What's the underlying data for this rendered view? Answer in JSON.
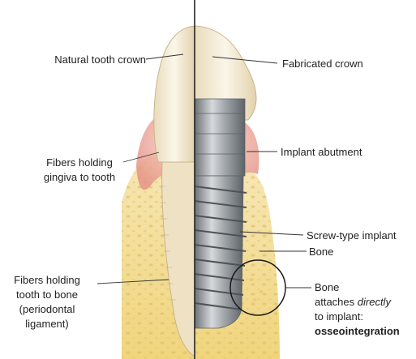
{
  "labels": {
    "natural_crown": "Natural tooth crown",
    "fabricated_crown": "Fabricated crown",
    "fibers_gingiva_1": "Fibers holding",
    "fibers_gingiva_2": "gingiva to tooth",
    "implant_abutment": "Implant abutment",
    "screw_implant": "Screw-type implant",
    "bone": "Bone",
    "fibers_bone_1": "Fibers holding",
    "fibers_bone_2": "tooth to bone",
    "fibers_bone_3": "(periodontal",
    "fibers_bone_4": "ligament)",
    "osseo_1": "Bone",
    "osseo_2a": "attaches ",
    "osseo_2b": "directly",
    "osseo_3": "to implant:",
    "osseo_4": "osseointegration"
  },
  "colors": {
    "enamel": "#f3ead2",
    "bone_yellow": "#f2d98a",
    "gum_pink": "#e9a49a",
    "metal": "#9a9ea3",
    "text": "#222222"
  }
}
